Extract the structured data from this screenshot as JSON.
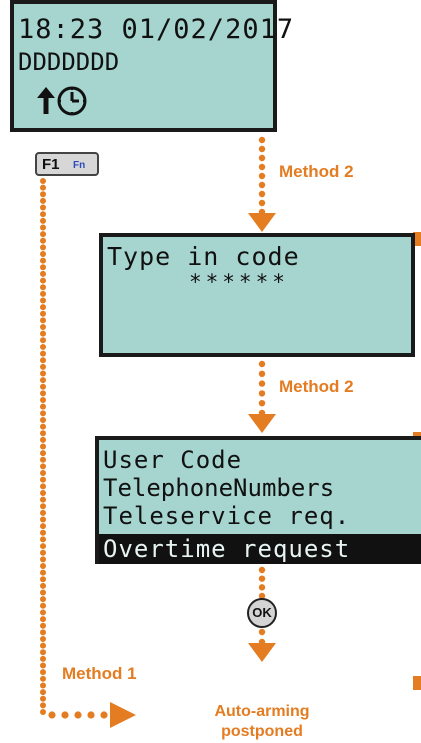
{
  "screen1": {
    "line1": "18:23 01/02/2017",
    "line2": "DDDDDDD",
    "icon": "arrow-clock-icon"
  },
  "screen2": {
    "line1": "Type in code",
    "line2": "******"
  },
  "screen3": {
    "lines": [
      "User Code",
      "TelephoneNumbers",
      "Teleservice req."
    ],
    "selected": "Overtime request"
  },
  "keys": {
    "f1": "F1",
    "fn": "Fn",
    "ok": "OK"
  },
  "labels": {
    "method2_a": "Method 2",
    "method2_b": "Method 2",
    "method1": "Method 1",
    "outcome": "Auto-arming\npostponed"
  },
  "colors": {
    "accent": "#e47c22",
    "lcd": "#a6d5d0",
    "fn_blue": "#2a4bbf"
  }
}
